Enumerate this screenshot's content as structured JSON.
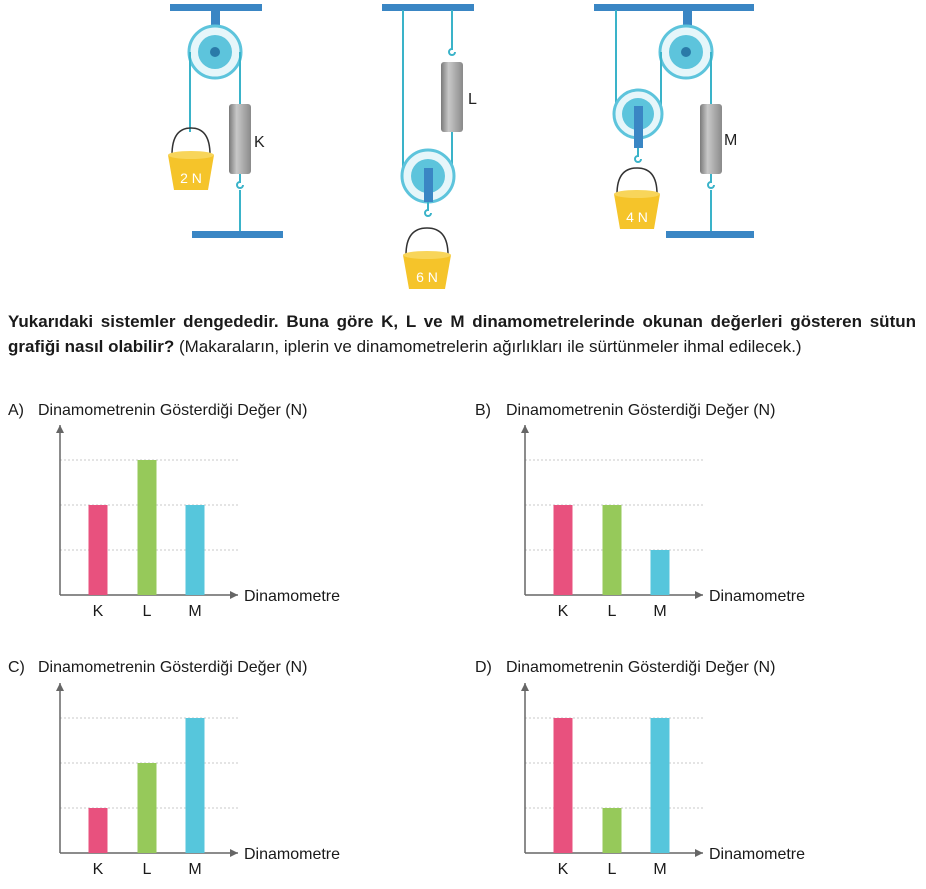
{
  "diagram": {
    "systems": [
      {
        "dynamometer": "K",
        "weight": "2 N"
      },
      {
        "dynamometer": "L",
        "weight": "6 N"
      },
      {
        "dynamometer": "M",
        "weight": "4 N"
      }
    ]
  },
  "question": {
    "bold": "Yukarıdaki sistemler dengededir. Buna göre K, L ve M dinamometrelerinde okunan değerleri gösteren sütun grafiği nasıl olabilir?",
    "normal": " (Makaraların, iplerin ve dinamometrelerin ağırlıkları ile sürtünmeler ihmal edilecek.)"
  },
  "colors": {
    "K": "#e8517e",
    "L": "#96c95a",
    "M": "#56c6dc",
    "pulley": "#5dc4dc",
    "rope": "#3ab3c9",
    "plate": "#3a86c4",
    "bucket": "#f5c42a",
    "grid": "#bbbbbb"
  },
  "chart_data": [
    {
      "type": "bar",
      "option": "A)",
      "ylabel": "Dinamometrenin Gösterdiği Değer (N)",
      "xlabel": "Dinamometre",
      "categories": [
        "K",
        "L",
        "M"
      ],
      "values": [
        2,
        3,
        2
      ],
      "ylim": [
        0,
        3.5
      ]
    },
    {
      "type": "bar",
      "option": "B)",
      "ylabel": "Dinamometrenin Gösterdiği Değer (N)",
      "xlabel": "Dinamometre",
      "categories": [
        "K",
        "L",
        "M"
      ],
      "values": [
        2,
        2,
        1
      ],
      "ylim": [
        0,
        3.5
      ]
    },
    {
      "type": "bar",
      "option": "C)",
      "ylabel": "Dinamometrenin Gösterdiği Değer (N)",
      "xlabel": "Dinamometre",
      "categories": [
        "K",
        "L",
        "M"
      ],
      "values": [
        1,
        2,
        3
      ],
      "ylim": [
        0,
        3.5
      ]
    },
    {
      "type": "bar",
      "option": "D)",
      "ylabel": "Dinamometrenin Gösterdiği Değer (N)",
      "xlabel": "Dinamometre",
      "categories": [
        "K",
        "L",
        "M"
      ],
      "values": [
        3,
        1,
        3
      ],
      "ylim": [
        0,
        3.5
      ]
    }
  ]
}
